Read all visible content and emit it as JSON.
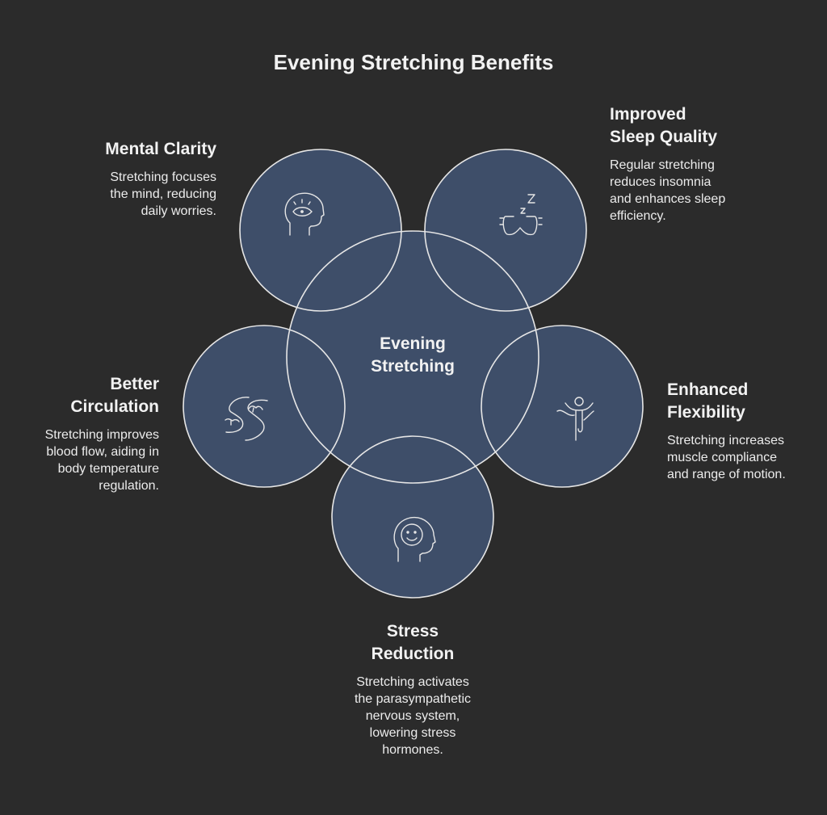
{
  "title": "Evening Stretching Benefits",
  "center": {
    "label_line1": "Evening",
    "label_line2": "Stretching"
  },
  "colors": {
    "background": "#2b2b2b",
    "circle_fill": "#3e4e69",
    "stroke": "#e6e6e6",
    "text": "#f2f2f2"
  },
  "benefits": [
    {
      "title_line1": "Mental Clarity",
      "title_line2": "",
      "desc": [
        "Stretching focuses",
        "the mind, reducing",
        "daily worries."
      ],
      "icon": "head-eye-icon"
    },
    {
      "title_line1": "Improved",
      "title_line2": "Sleep Quality",
      "desc": [
        "Regular stretching",
        "reduces insomnia",
        "and enhances sleep",
        "efficiency."
      ],
      "icon": "sleep-mask-icon"
    },
    {
      "title_line1": "Better",
      "title_line2": "Circulation",
      "desc": [
        "Stretching improves",
        "blood flow, aiding in",
        "body temperature",
        "regulation."
      ],
      "icon": "river-icon"
    },
    {
      "title_line1": "Enhanced",
      "title_line2": "Flexibility",
      "desc": [
        "Stretching increases",
        "muscle compliance",
        "and range of motion."
      ],
      "icon": "runner-finish-icon"
    },
    {
      "title_line1": "Stress",
      "title_line2": "Reduction",
      "desc": [
        "Stretching activates",
        "the parasympathetic",
        "nervous system,",
        "lowering stress",
        "hormones."
      ],
      "icon": "head-smile-icon"
    }
  ]
}
